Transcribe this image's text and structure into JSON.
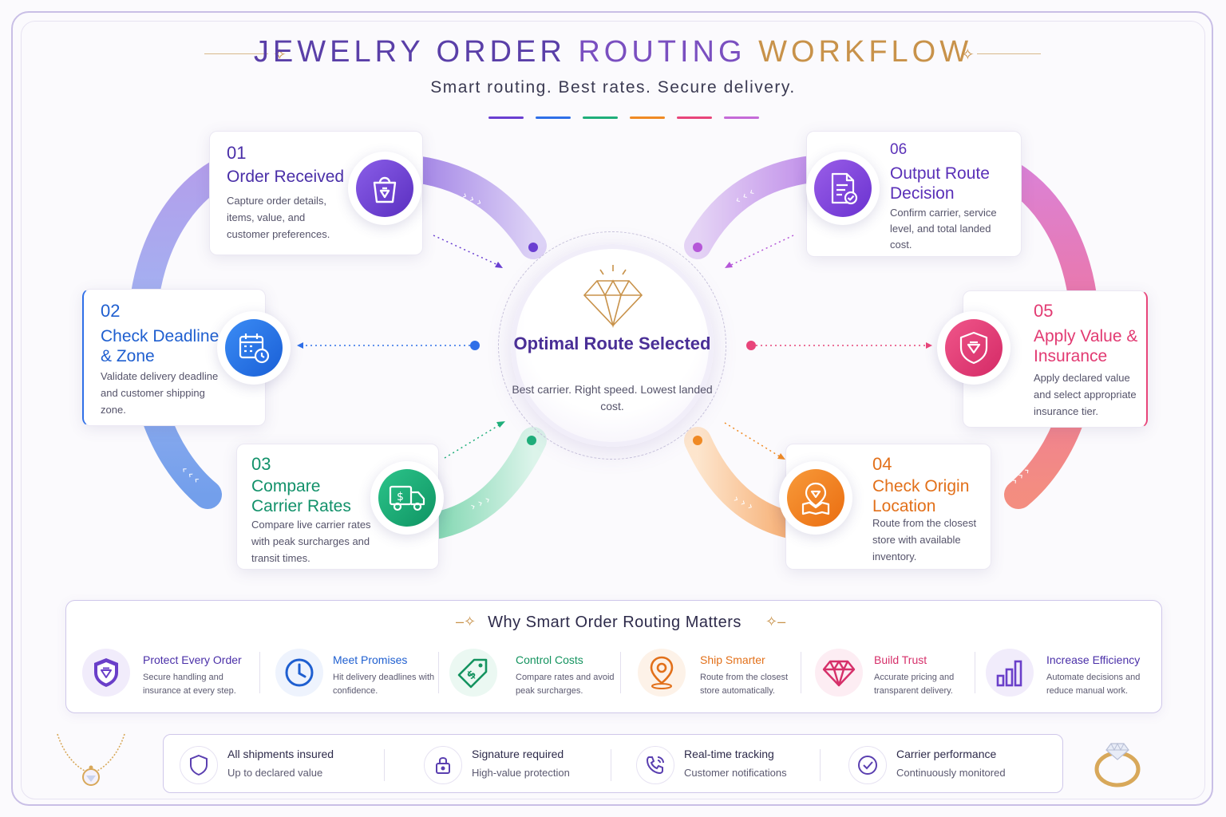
{
  "header": {
    "title_part1": "JEWELRY ORDER ",
    "title_part2": "ROUTING ",
    "title_part3": "WORKFLOW",
    "subtitle": "Smart routing. Best rates. Secure delivery."
  },
  "palette": [
    "#6a3fd1",
    "#2f6fe8",
    "#1fae7a",
    "#f08a24",
    "#e8457a",
    "#b557d8"
  ],
  "center": {
    "title": "Optimal Route Selected",
    "subtitle": "Best carrier. Right speed. Lowest landed cost.",
    "icon": "diamond-icon"
  },
  "steps": [
    {
      "number": "01",
      "title": "Order Received",
      "description": "Capture order details, items, value, and customer preferences.",
      "icon": "shopping-bag-icon",
      "color": "#6a3fd1"
    },
    {
      "number": "02",
      "title": "Check Deadline & Zone",
      "description": "Validate delivery deadline and customer shipping zone.",
      "icon": "calendar-clock-icon",
      "color": "#1f6fe0"
    },
    {
      "number": "03",
      "title": "Compare Carrier Rates",
      "description": "Compare live carrier rates with peak surcharges and transit times.",
      "icon": "delivery-truck-icon",
      "color": "#14a36e"
    },
    {
      "number": "04",
      "title": "Check Origin Location",
      "description": "Route from the closest store with available inventory.",
      "icon": "map-pin-icon",
      "color": "#ef7d14"
    },
    {
      "number": "05",
      "title": "Apply Value & Insurance",
      "description": "Apply declared value and select appropriate insurance tier.",
      "icon": "shield-diamond-icon",
      "color": "#e23a72"
    },
    {
      "number": "06",
      "title": "Output Route Decision",
      "description": "Confirm carrier, service level, and total landed cost.",
      "icon": "document-check-icon",
      "color": "#7a45d6"
    }
  ],
  "why": {
    "title": "Why Smart Order Routing Matters",
    "items": [
      {
        "title": "Protect Every Order",
        "description": "Secure handling and insurance at every step.",
        "icon": "shield-icon",
        "color": "#5b2fb0"
      },
      {
        "title": "Meet Promises",
        "description": "Hit delivery deadlines with confidence.",
        "icon": "clock-icon",
        "color": "#1f5fd0"
      },
      {
        "title": "Control Costs",
        "description": "Compare rates and avoid peak surcharges.",
        "icon": "price-tag-icon",
        "color": "#14935f"
      },
      {
        "title": "Ship Smarter",
        "description": "Route from the closest store automatically.",
        "icon": "location-pin-icon",
        "color": "#e2701a"
      },
      {
        "title": "Build Trust",
        "description": "Accurate pricing and transparent delivery.",
        "icon": "gem-icon",
        "color": "#d6306a"
      },
      {
        "title": "Increase Efficiency",
        "description": "Automate decisions and reduce manual work.",
        "icon": "bar-chart-icon",
        "color": "#6a3fc9"
      }
    ]
  },
  "features": [
    {
      "title": "All shipments insured",
      "subtitle": "Up to declared value",
      "icon": "shield-outline-icon"
    },
    {
      "title": "Signature required",
      "subtitle": "High-value protection",
      "icon": "lock-icon"
    },
    {
      "title": "Real-time tracking",
      "subtitle": "Customer notifications",
      "icon": "phone-tracking-icon"
    },
    {
      "title": "Carrier performance",
      "subtitle": "Continuously monitored",
      "icon": "check-circle-icon"
    }
  ]
}
